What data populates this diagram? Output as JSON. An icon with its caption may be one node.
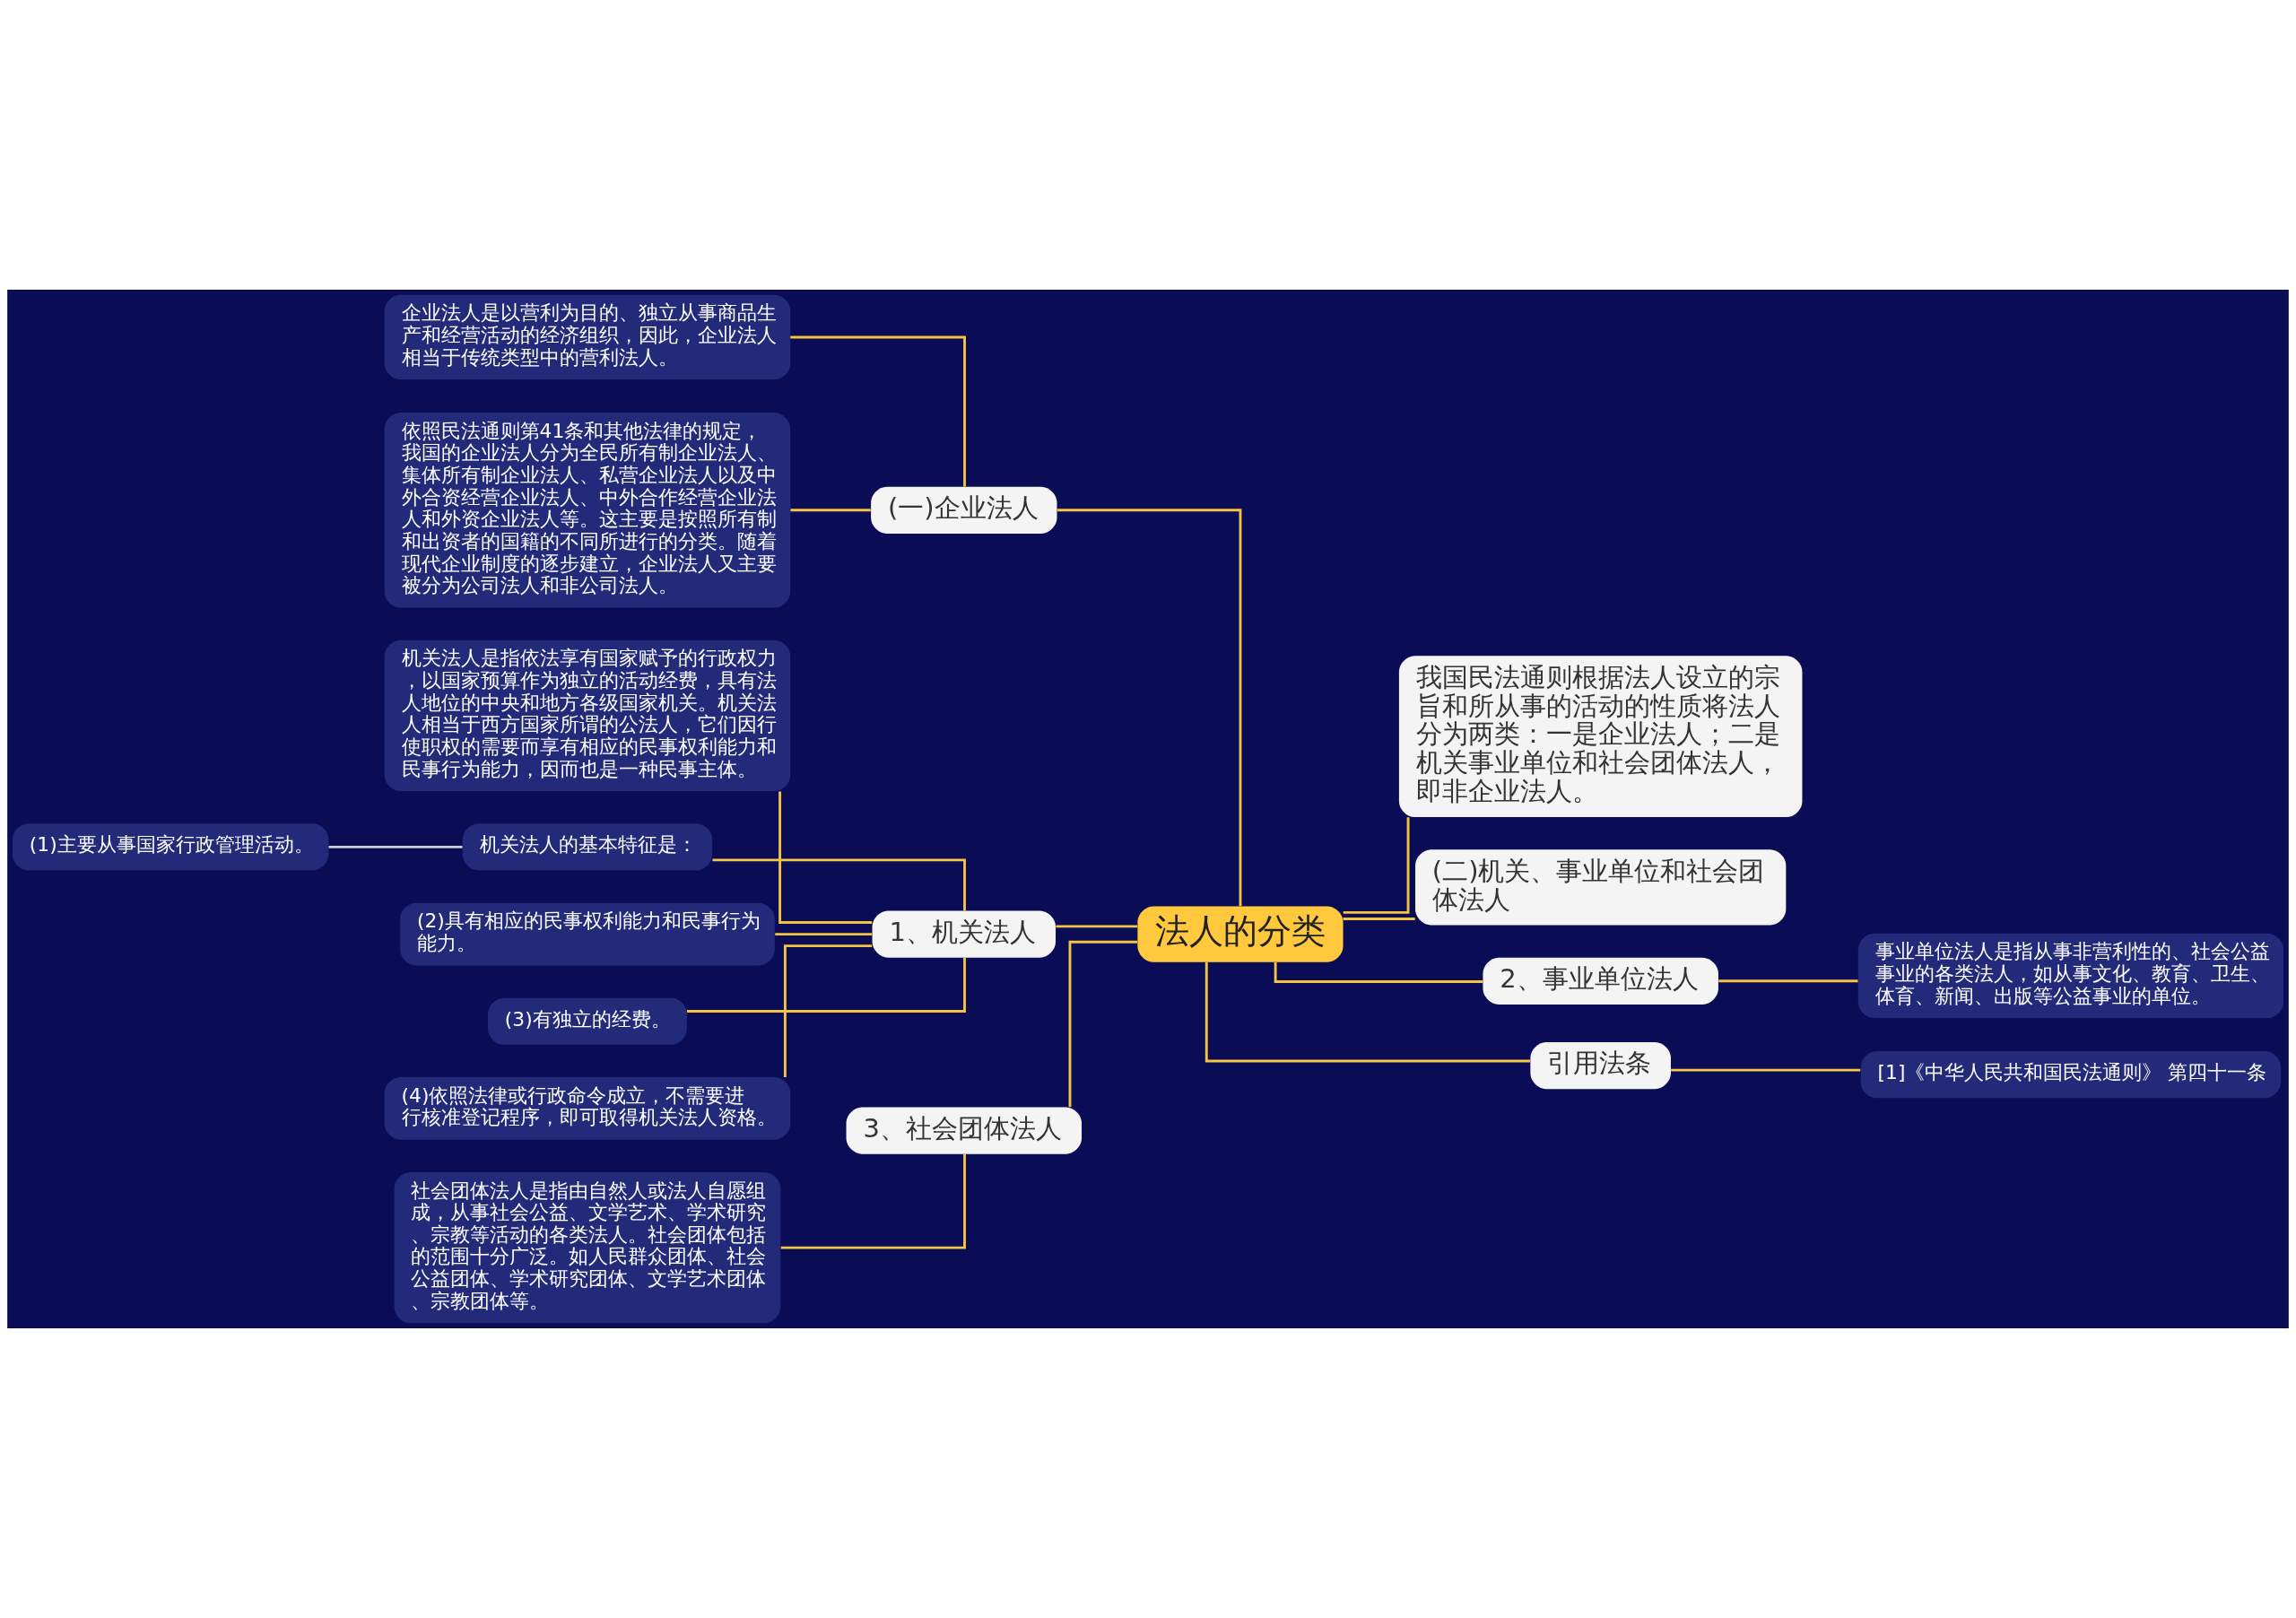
{
  "diagram": {
    "nodes": [
      {
        "text": [
          "法人的分类"
        ]
      },
      {
        "text": [
          "(一)企业法人"
        ]
      },
      {
        "text": [
          "企业法人是以营利为目的、独立从事商品生产和经营活动的经济组织，因此，企业法人相当于传统类型中的营利法人。"
        ]
      },
      {
        "text": [
          "依照民法通则第41条和其他法律的规定，我国的企业法人分为全民所有制企业法人、集体所有制企业法人、私营企业法人以及中外合资经营企业法人、中外合作经营企业法人和外资企业法人等。这主要是按照所有制和出资者的国籍的不同所进行的分类。随着现代企业制度的逐步建立，企业法人又主要被分为公司法人和非公司法人。"
        ]
      },
      {
        "text": [
          "1、机关法人"
        ]
      },
      {
        "text": [
          "机关法人是指依法享有国家赋予的行政权力，以国家预算作为独立的活动经费，具有法人地位的中央和地方各级国家机关。机关法人相当于西方国家所谓的公法人，它们因行使职权的需要而享有相应的民事权利能力和民事行为能力，因而也是一种民事主体。"
        ]
      },
      {
        "text": [
          "机关法人的基本特征是："
        ]
      },
      {
        "text": [
          "(1)主要从事国家行政管理活动。"
        ]
      },
      {
        "text": [
          "(2)具有相应的民事权利能力和民事行为能力。"
        ]
      },
      {
        "text": [
          "(3)有独立的经费。"
        ]
      },
      {
        "text": [
          "(4)依照法律或行政命令成立，不需要进行核准登记程序，即可取得机关法人资格。"
        ]
      },
      {
        "text": [
          "3、社会团体法人"
        ]
      },
      {
        "text": [
          "社会团体法人是指由自然人或法人自愿组成，从事社会公益、文学艺术、学术研究、宗教等活动的各类法人。社会团体包括的范围十分广泛。如人民群众团体、社会公益团体、学术研究团体、文学艺术团体、宗教团体等。"
        ]
      },
      {
        "text": [
          "我国民法通则根据法人设立的宗旨和所从事的活动的性质将法人分为两类：一是企业法人；二是机关事业单位和社会团体法人，即非企业法人。"
        ]
      },
      {
        "text": [
          "(二)机关、事业单位和社会团体法人"
        ]
      },
      {
        "text": [
          "2、事业单位法人"
        ]
      },
      {
        "text": [
          "事业单位法人是指从事非营利性的、社会公益事业的各类法人，如从事文化、教育、卫生、体育、新闻、出版等公益事业的单位。"
        ]
      },
      {
        "text": [
          "引用法条"
        ]
      },
      {
        "text": [
          "[1]《中华人民共和国民法通则》 第四十一条"
        ]
      }
    ],
    "edges": [
      {
        "from": 0,
        "to": 1,
        "arrow": "none"
      },
      {
        "from": 1,
        "to": 2,
        "arrow": "none"
      },
      {
        "from": 1,
        "to": 3,
        "arrow": "none"
      },
      {
        "from": 0,
        "to": 4,
        "arrow": "none"
      },
      {
        "from": 4,
        "to": 5,
        "arrow": "none"
      },
      {
        "from": 4,
        "to": 6,
        "arrow": "none"
      },
      {
        "from": 6,
        "to": 7,
        "arrow": "none",
        "color": "#d0d0d0"
      },
      {
        "from": 4,
        "to": 8,
        "arrow": "none"
      },
      {
        "from": 4,
        "to": 9,
        "arrow": "none"
      },
      {
        "from": 4,
        "to": 10,
        "arrow": "none"
      },
      {
        "from": 0,
        "to": 11,
        "arrow": "none"
      },
      {
        "from": 11,
        "to": 12,
        "arrow": "none"
      },
      {
        "from": 0,
        "to": 13,
        "arrow": "none"
      },
      {
        "from": 0,
        "to": 14,
        "arrow": "none"
      },
      {
        "from": 0,
        "to": 15,
        "arrow": "none"
      },
      {
        "from": 15,
        "to": 16,
        "arrow": "none"
      },
      {
        "from": 0,
        "to": 17,
        "arrow": "none"
      },
      {
        "from": 17,
        "to": 18,
        "arrow": "none"
      }
    ]
  }
}
